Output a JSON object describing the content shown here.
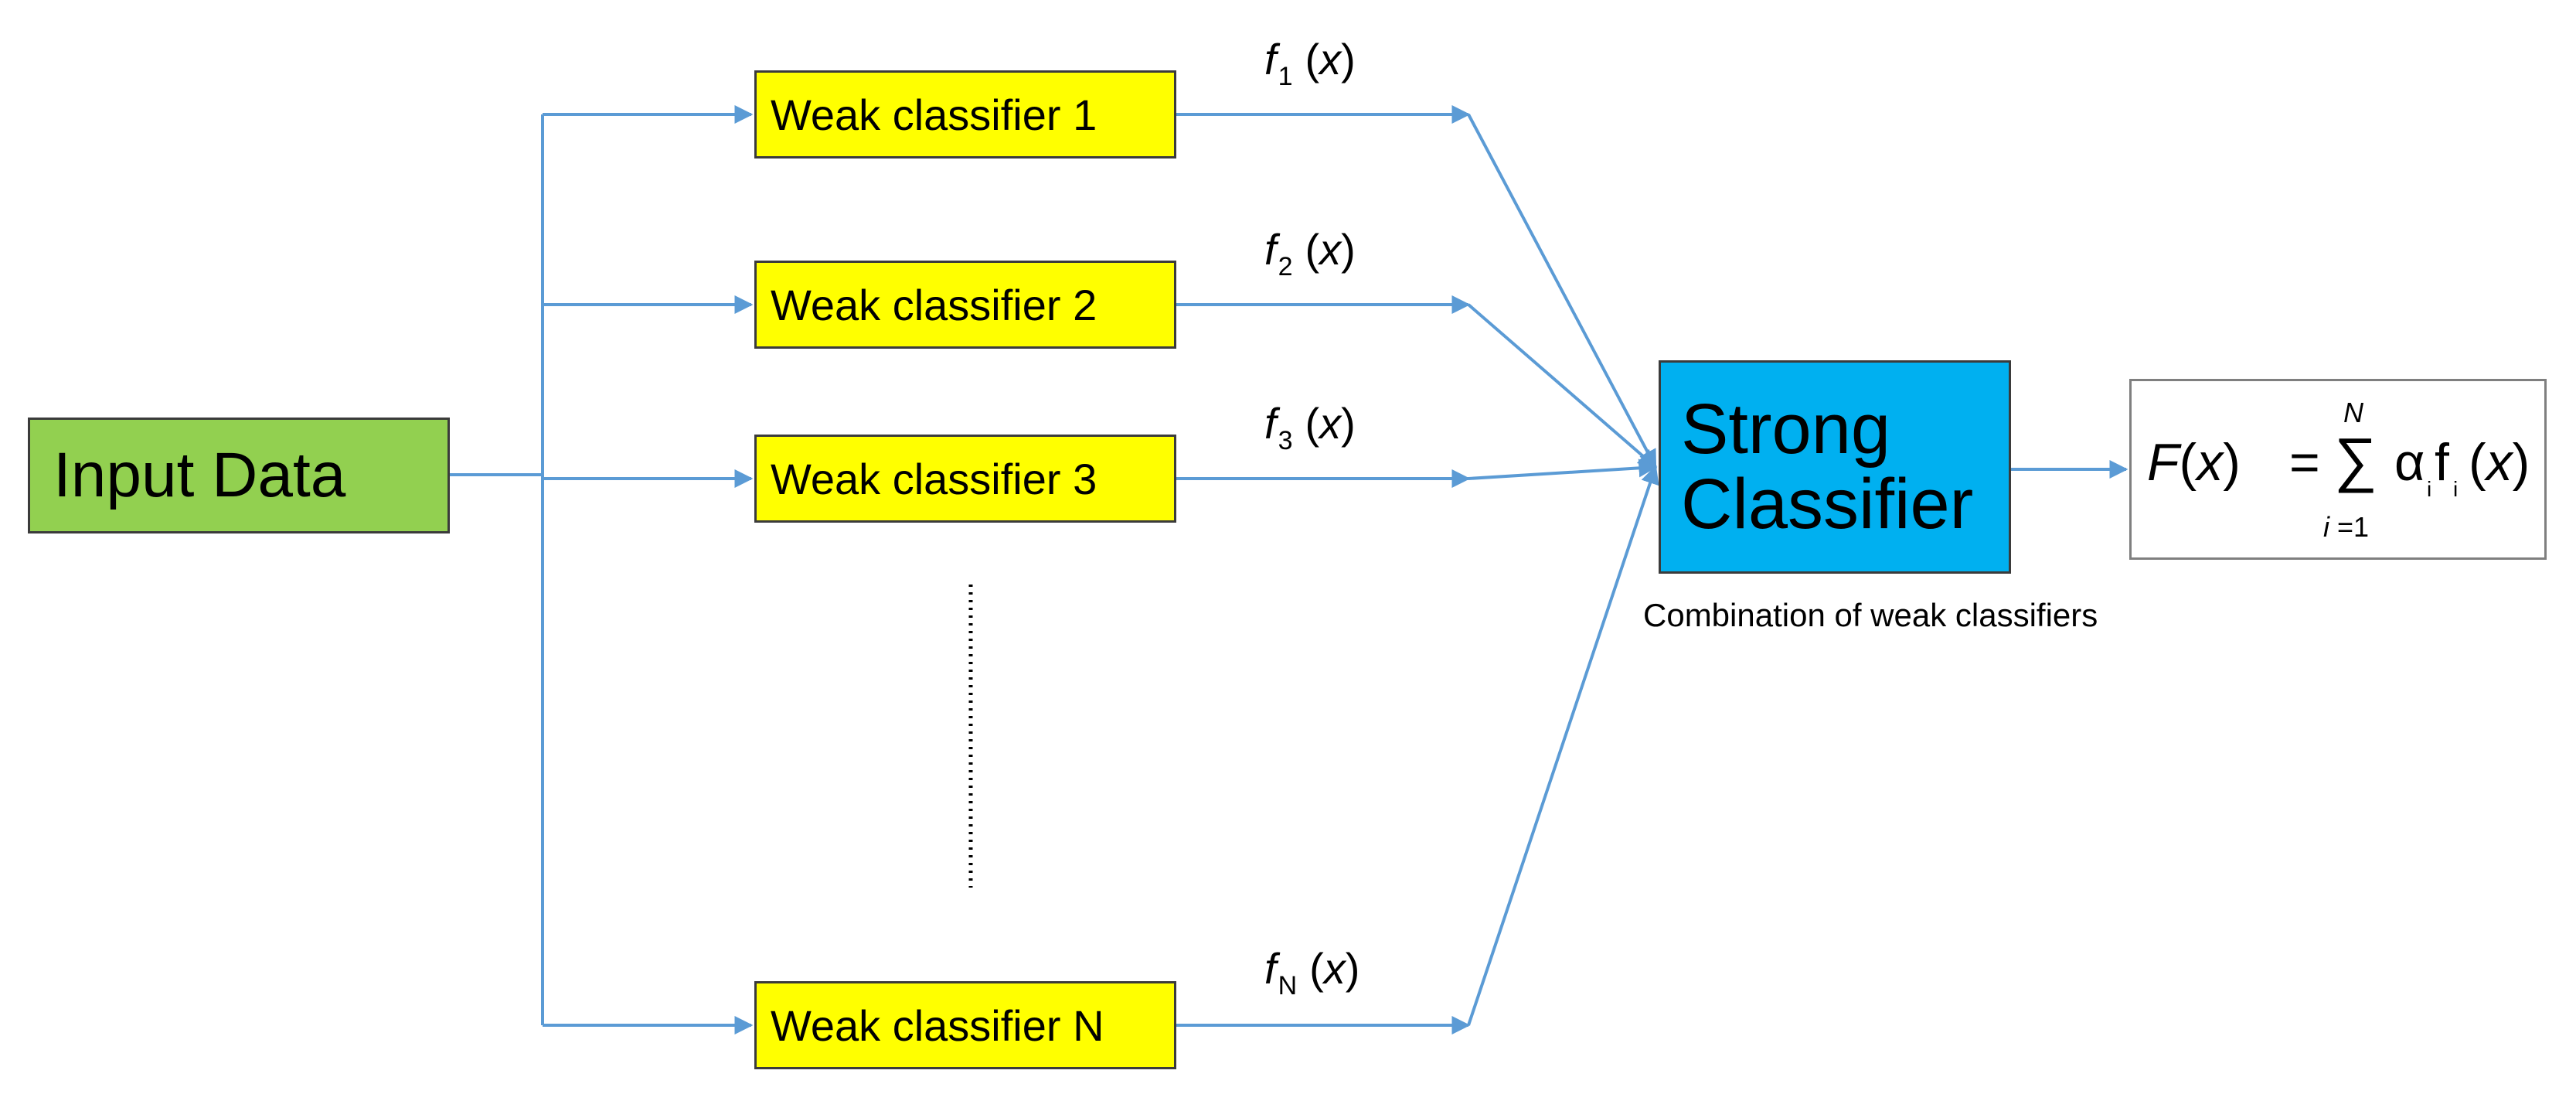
{
  "input": {
    "label": "Input Data"
  },
  "weak_classifiers": [
    {
      "label": "Weak classifier 1",
      "fn": "f",
      "sub": "1",
      "arg": "x"
    },
    {
      "label": "Weak classifier 2",
      "fn": "f",
      "sub": "2",
      "arg": "x"
    },
    {
      "label": "Weak classifier 3",
      "fn": "f",
      "sub": "3",
      "arg": "x"
    },
    {
      "label": "Weak classifier N",
      "fn": "f",
      "sub": "N",
      "arg": "x"
    }
  ],
  "strong": {
    "line1": "Strong",
    "line2": "Classifier",
    "caption": "Combination of weak classifiers"
  },
  "formula": {
    "lhs": "F",
    "x": "x",
    "eq": "=",
    "sum": "∑",
    "upper": "N",
    "lower_var": "i",
    "lower_rest": " =1",
    "alpha": "α",
    "i": "i",
    "f": "f",
    "paren_open": "(",
    "paren_close": ")"
  },
  "colors": {
    "input": "#92d050",
    "weak": "#ffff00",
    "strong": "#00b0f0",
    "arrow": "#5b9bd5",
    "border": "#3b3b3b"
  }
}
